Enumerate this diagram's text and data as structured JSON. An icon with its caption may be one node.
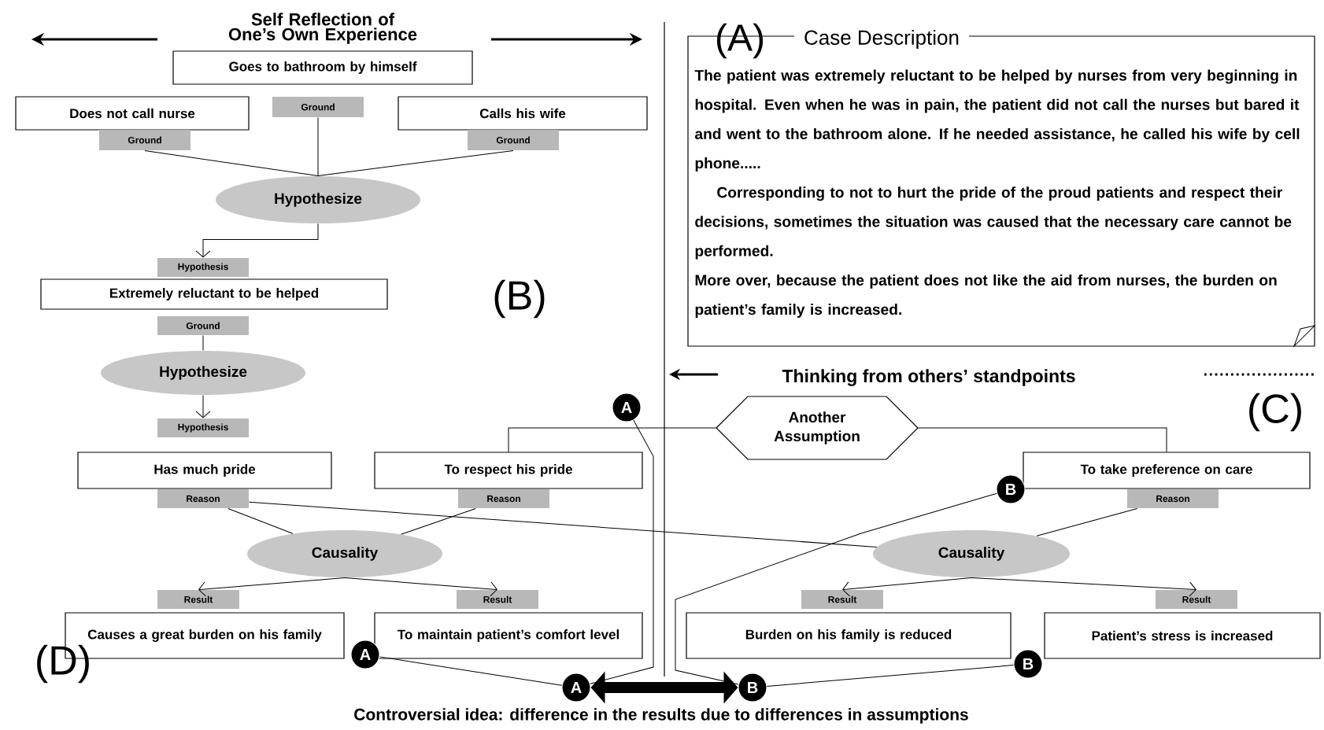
{
  "diagram": {
    "title": "Self Reflection of One’s Own Experience",
    "caption": "Controversial idea: difference in the results due to differences in assumptions",
    "nodes": [
      {
        "text": [
          "Goes to bathroom by himself"
        ]
      },
      {
        "text": [
          "Ground"
        ]
      },
      {
        "text": [
          "Does not call nurse"
        ]
      },
      {
        "text": [
          "Ground"
        ]
      },
      {
        "text": [
          "Calls his wife"
        ]
      },
      {
        "text": [
          "Ground"
        ]
      },
      {
        "text": [
          "Hypothesize"
        ]
      },
      {
        "text": [
          "Hypothesis"
        ]
      },
      {
        "text": [
          "Extremely reluctant to be helped"
        ]
      },
      {
        "text": [
          "Ground"
        ]
      },
      {
        "text": [
          "Hypothesize"
        ]
      },
      {
        "text": [
          "Hypothesis"
        ]
      },
      {
        "text": [
          "Has much pride"
        ]
      },
      {
        "text": [
          "Reason"
        ]
      },
      {
        "text": [
          "To respect his pride"
        ]
      },
      {
        "text": [
          "Reason"
        ]
      },
      {
        "text": [
          "Causality"
        ]
      },
      {
        "text": [
          "Result"
        ]
      },
      {
        "text": [
          "Causes a great burden on his family"
        ]
      },
      {
        "text": [
          "Result"
        ]
      },
      {
        "text": [
          "To maintain patient’s comfort level"
        ]
      },
      {
        "text": [
          "Case Description",
          "The patient was extremely reluctant to be helped by nurses from very beginning in hospital. Even when he was in pain, the patient did not call the nurses but bared it and went to the bathroom alone. If he needed assistance, he called his wife by cell phone.....",
          "Corresponding to not to hurt the pride of the proud patients and respect their decisions, sometimes the situation was caused that the necessary care cannot be performed.",
          "More over, because the patient does not like the aid from nurses, the burden on patient’s family is increased."
        ]
      },
      {
        "text": [
          "Another Assumption"
        ]
      },
      {
        "text": [
          "To take preference on care"
        ]
      },
      {
        "text": [
          "Reason"
        ]
      },
      {
        "text": [
          "Causality"
        ]
      },
      {
        "text": [
          "Result"
        ]
      },
      {
        "text": [
          "Burden on his family is reduced"
        ]
      },
      {
        "text": [
          "Result"
        ]
      },
      {
        "text": [
          "Patient’s stress is increased"
        ]
      },
      {
        "text": [
          "A"
        ]
      },
      {
        "text": [
          "A"
        ]
      },
      {
        "text": [
          "A"
        ]
      },
      {
        "text": [
          "B"
        ]
      },
      {
        "text": [
          "B"
        ]
      },
      {
        "text": [
          "B"
        ]
      }
    ],
    "edges": [
      {
        "from": 1,
        "to": 6,
        "arrow": "none"
      },
      {
        "from": 3,
        "to": 6,
        "arrow": "none"
      },
      {
        "from": 5,
        "to": 6,
        "arrow": "none"
      },
      {
        "from": 6,
        "to": 7,
        "arrow": "to"
      },
      {
        "from": 9,
        "to": 10,
        "arrow": "none"
      },
      {
        "from": 10,
        "to": 11,
        "arrow": "to"
      },
      {
        "from": 13,
        "to": 16,
        "arrow": "none"
      },
      {
        "from": 15,
        "to": 16,
        "arrow": "none"
      },
      {
        "from": 16,
        "to": 17,
        "arrow": "to"
      },
      {
        "from": 16,
        "to": 19,
        "arrow": "to"
      },
      {
        "from": 13,
        "to": 25,
        "arrow": "none"
      },
      {
        "from": 22,
        "to": 14,
        "arrow": "none"
      },
      {
        "from": 22,
        "to": 23,
        "arrow": "none"
      },
      {
        "from": 24,
        "to": 25,
        "arrow": "none"
      },
      {
        "from": 25,
        "to": 26,
        "arrow": "to"
      },
      {
        "from": 25,
        "to": 28,
        "arrow": "to"
      },
      {
        "from": 30,
        "to": 32,
        "arrow": "none"
      },
      {
        "from": 31,
        "to": 32,
        "arrow": "none"
      },
      {
        "from": 33,
        "to": 35,
        "arrow": "none"
      },
      {
        "from": 34,
        "to": 35,
        "arrow": "none"
      },
      {
        "from": 32,
        "to": 35,
        "arrow": "both",
        "style": "thick"
      }
    ],
    "labels": [
      "(A)",
      "(B)",
      "Thinking from others’ standpoints",
      "(C)",
      "(D)"
    ]
  }
}
